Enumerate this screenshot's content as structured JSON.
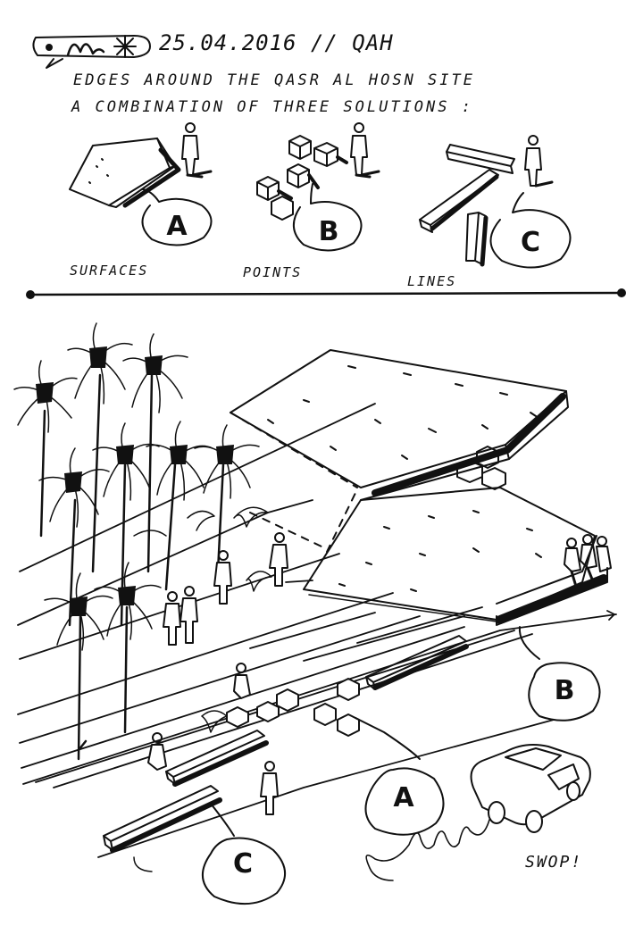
{
  "header": {
    "date_line": "25.04.2016 // QAH",
    "title_line1": "EDGES AROUND THE QASR AL HOSN SITE",
    "title_line2": "A COMBINATION OF THREE SOLUTIONS :"
  },
  "legend": {
    "a": {
      "letter": "A",
      "caption": "SURFACES"
    },
    "b": {
      "letter": "B",
      "caption": "POINTS"
    },
    "c": {
      "letter": "C",
      "caption": "LINES"
    }
  },
  "main_sketch": {
    "label_a": "A",
    "label_b": "B",
    "label_c": "C",
    "sound": "SWOP!"
  },
  "colors": {
    "ink": "#111111",
    "paper": "#ffffff"
  }
}
